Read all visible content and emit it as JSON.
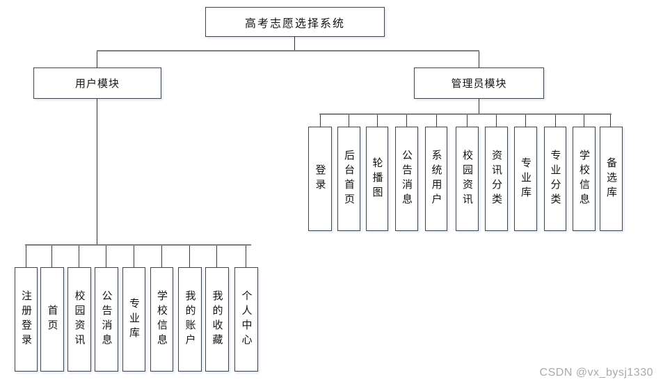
{
  "diagram": {
    "title": "高考志愿选择系统",
    "modules": [
      {
        "label": "用户模块",
        "children": [
          "注册登录",
          "首页",
          "校园资讯",
          "公告消息",
          "专业库",
          "学校信息",
          "我的账户",
          "我的收藏",
          "个人中心"
        ]
      },
      {
        "label": "管理员模块",
        "children": [
          "登录",
          "后台首页",
          "轮播图",
          "公告消息",
          "系统用户",
          "校园资讯",
          "资讯分类",
          "专业库",
          "专业分类",
          "学校信息",
          "备选库"
        ]
      }
    ],
    "watermark": "CSDN @vx_bysj1330",
    "colors": {
      "connector_vertical": "#2e2e2e",
      "connector_horizontal": "#7f7f7f",
      "node_border": "#424242",
      "node_fill": "#ffffff",
      "node_shadow": "#dde6f3",
      "text": "#141414",
      "watermark": "#aaaaaa"
    }
  }
}
